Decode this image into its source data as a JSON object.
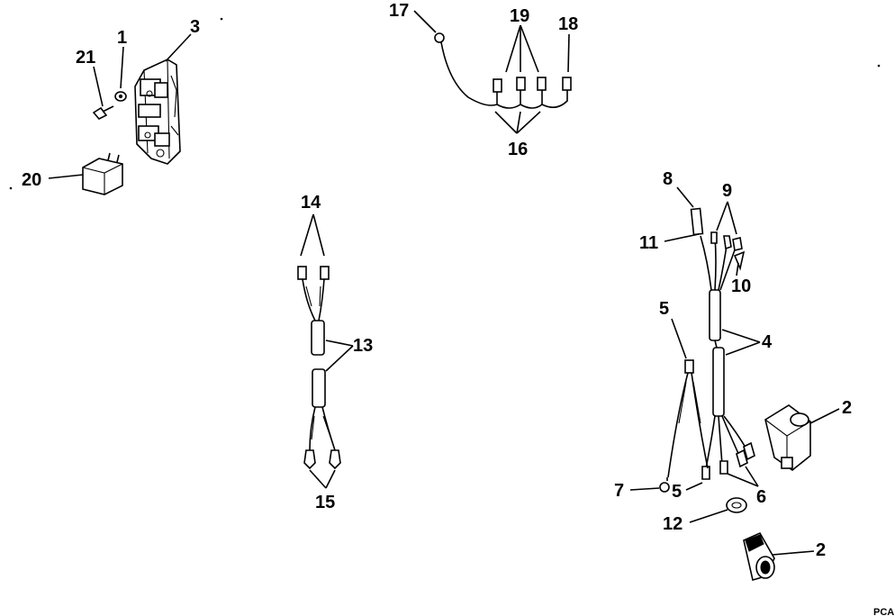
{
  "callouts": {
    "c1": "1",
    "c2a": "2",
    "c2b": "2",
    "c3": "3",
    "c4": "4",
    "c5a": "5",
    "c5b": "5",
    "c6": "6",
    "c7": "7",
    "c8": "8",
    "c9": "9",
    "c10": "10",
    "c11": "11",
    "c12": "12",
    "c13": "13",
    "c14": "14",
    "c15": "15",
    "c16": "16",
    "c17": "17",
    "c18": "18",
    "c19": "19",
    "c20": "20",
    "c21": "21"
  },
  "figure_code": "PCA"
}
